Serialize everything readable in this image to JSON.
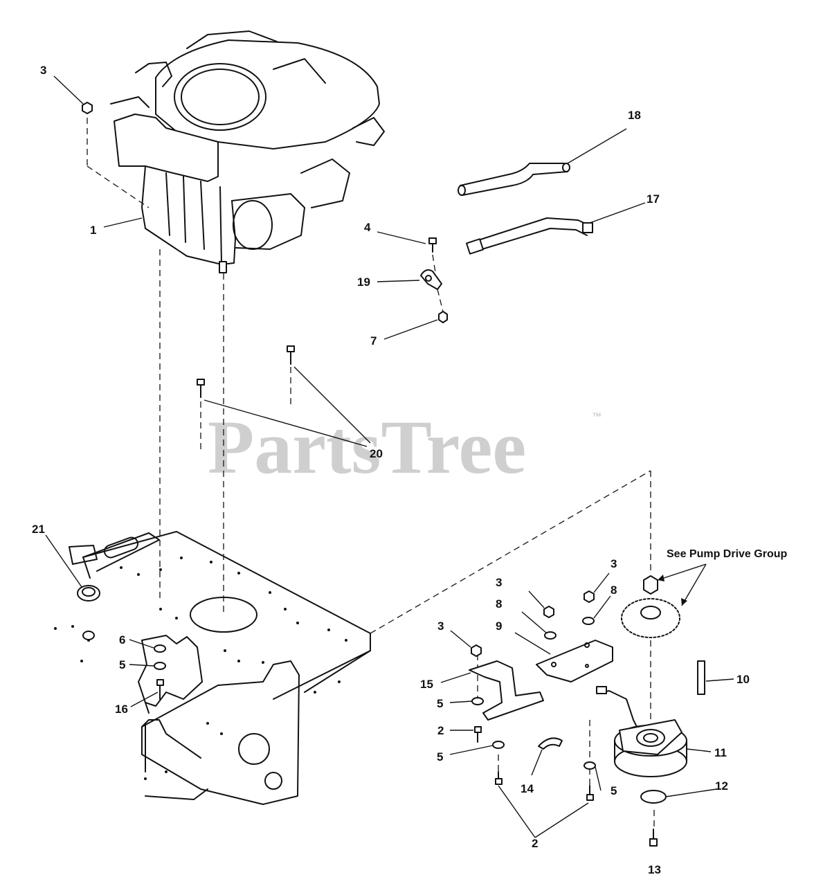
{
  "watermark": {
    "brand": "PartsTree",
    "trademark": "™"
  },
  "note": "See Pump Drive Group",
  "callouts": {
    "c1": "1",
    "c2a": "2",
    "c2b": "2",
    "c3a": "3",
    "c3b": "3",
    "c3c": "3",
    "c3d": "3",
    "c4": "4",
    "c5a": "5",
    "c5b": "5",
    "c5c": "5",
    "c5d": "5",
    "c6": "6",
    "c7": "7",
    "c8a": "8",
    "c8b": "8",
    "c9": "9",
    "c10": "10",
    "c11": "11",
    "c12": "12",
    "c13": "13",
    "c14": "14",
    "c15": "15",
    "c16": "16",
    "c17": "17",
    "c18": "18",
    "c19": "19",
    "c20": "20",
    "c21": "21"
  },
  "colors": {
    "line": "#111111",
    "watermark": "#cfcfcf",
    "background": "#ffffff"
  }
}
